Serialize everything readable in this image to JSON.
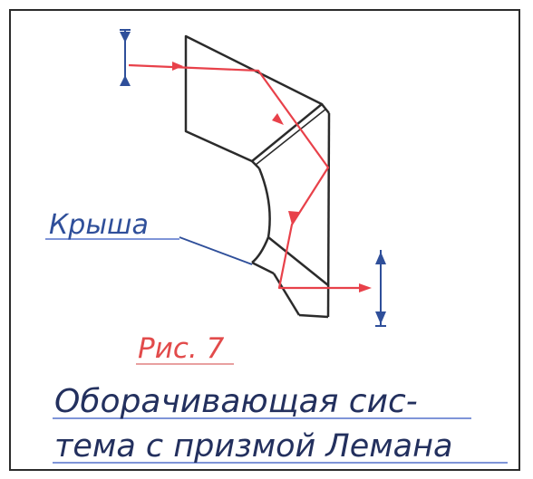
{
  "labels": {
    "roof": "Крыша",
    "figure": "Рис. 7",
    "caption_line1": "Оборачивающая сис-",
    "caption_line2": "тема с призмой Лемана"
  },
  "colors": {
    "ink_dark": "#2b2b2b",
    "ink_blue": "#2f4f9a",
    "ray_red": "#e8414a",
    "fig_label": "#e24b4b",
    "underline": "#7f95d8"
  },
  "icons": {
    "top_left": "vertical-arrows-icon",
    "bottom_right": "vertical-arrows-icon"
  }
}
